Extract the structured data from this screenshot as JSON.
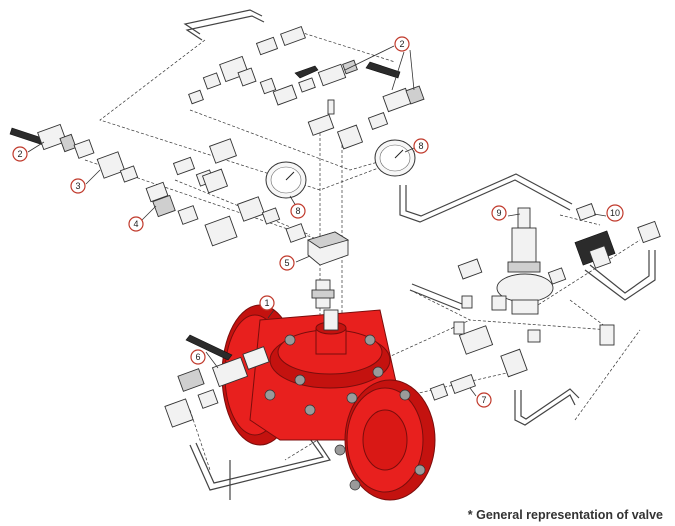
{
  "footnote": "* General representation of valve",
  "callouts": {
    "c1": "1",
    "c2a": "2",
    "c2b": "2",
    "c3": "3",
    "c4": "4",
    "c5": "5",
    "c6": "6",
    "c7": "7",
    "c8a": "8",
    "c8b": "8",
    "c9": "9",
    "c10": "10"
  },
  "colors": {
    "valve_body": "#e8201e",
    "callout_ring": "#c0392b"
  }
}
